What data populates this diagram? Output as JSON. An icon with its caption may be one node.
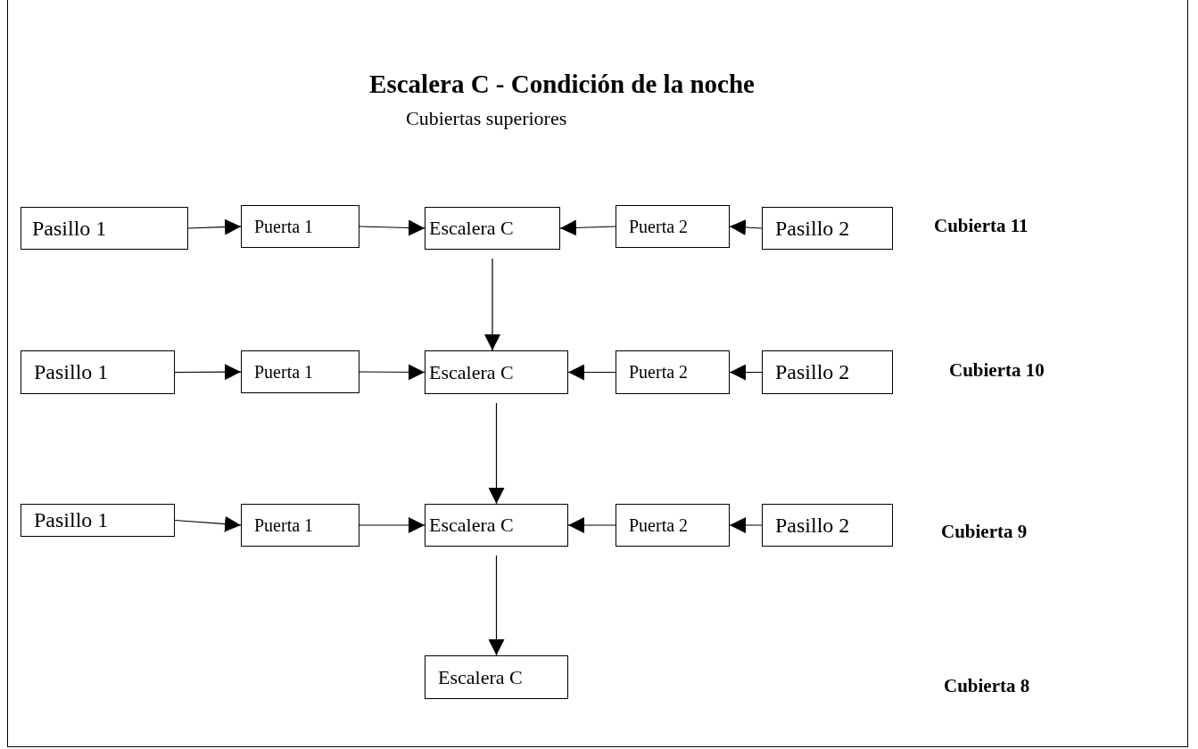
{
  "diagram": {
    "title": "Escalera C - Condición de la noche",
    "nodes": [
      {
        "text": [
          "Pasillo 1"
        ]
      },
      {
        "text": [
          "Puerta 1"
        ]
      },
      {
        "text": [
          "Escalera C"
        ]
      },
      {
        "text": [
          "Puerta 2"
        ]
      },
      {
        "text": [
          "Pasillo 2"
        ]
      },
      {
        "text": [
          "Pasillo 1"
        ]
      },
      {
        "text": [
          "Puerta 1"
        ]
      },
      {
        "text": [
          "Escalera C"
        ]
      },
      {
        "text": [
          "Puerta 2"
        ]
      },
      {
        "text": [
          "Pasillo 2"
        ]
      },
      {
        "text": [
          "Pasillo 1"
        ]
      },
      {
        "text": [
          "Puerta 1"
        ]
      },
      {
        "text": [
          "Escalera C"
        ]
      },
      {
        "text": [
          "Puerta 2"
        ]
      },
      {
        "text": [
          "Pasillo 2"
        ]
      },
      {
        "text": [
          "Escalera C"
        ]
      }
    ],
    "edges": [
      {
        "from": 0,
        "to": 1,
        "arrow": "to"
      },
      {
        "from": 1,
        "to": 2,
        "arrow": "to"
      },
      {
        "from": 3,
        "to": 2,
        "arrow": "to"
      },
      {
        "from": 4,
        "to": 3,
        "arrow": "to"
      },
      {
        "from": 5,
        "to": 6,
        "arrow": "to"
      },
      {
        "from": 6,
        "to": 7,
        "arrow": "to"
      },
      {
        "from": 8,
        "to": 7,
        "arrow": "to"
      },
      {
        "from": 9,
        "to": 8,
        "arrow": "to"
      },
      {
        "from": 10,
        "to": 11,
        "arrow": "to"
      },
      {
        "from": 11,
        "to": 12,
        "arrow": "to"
      },
      {
        "from": 13,
        "to": 12,
        "arrow": "to"
      },
      {
        "from": 14,
        "to": 13,
        "arrow": "to"
      },
      {
        "from": 2,
        "to": 7,
        "arrow": "to"
      },
      {
        "from": 7,
        "to": 12,
        "arrow": "to"
      },
      {
        "from": 12,
        "to": 15,
        "arrow": "to"
      }
    ],
    "labels": [
      "Cubiertas superiores",
      "Cubierta 11",
      "Cubierta 10",
      "Cubierta 9",
      "Cubierta 8"
    ]
  }
}
